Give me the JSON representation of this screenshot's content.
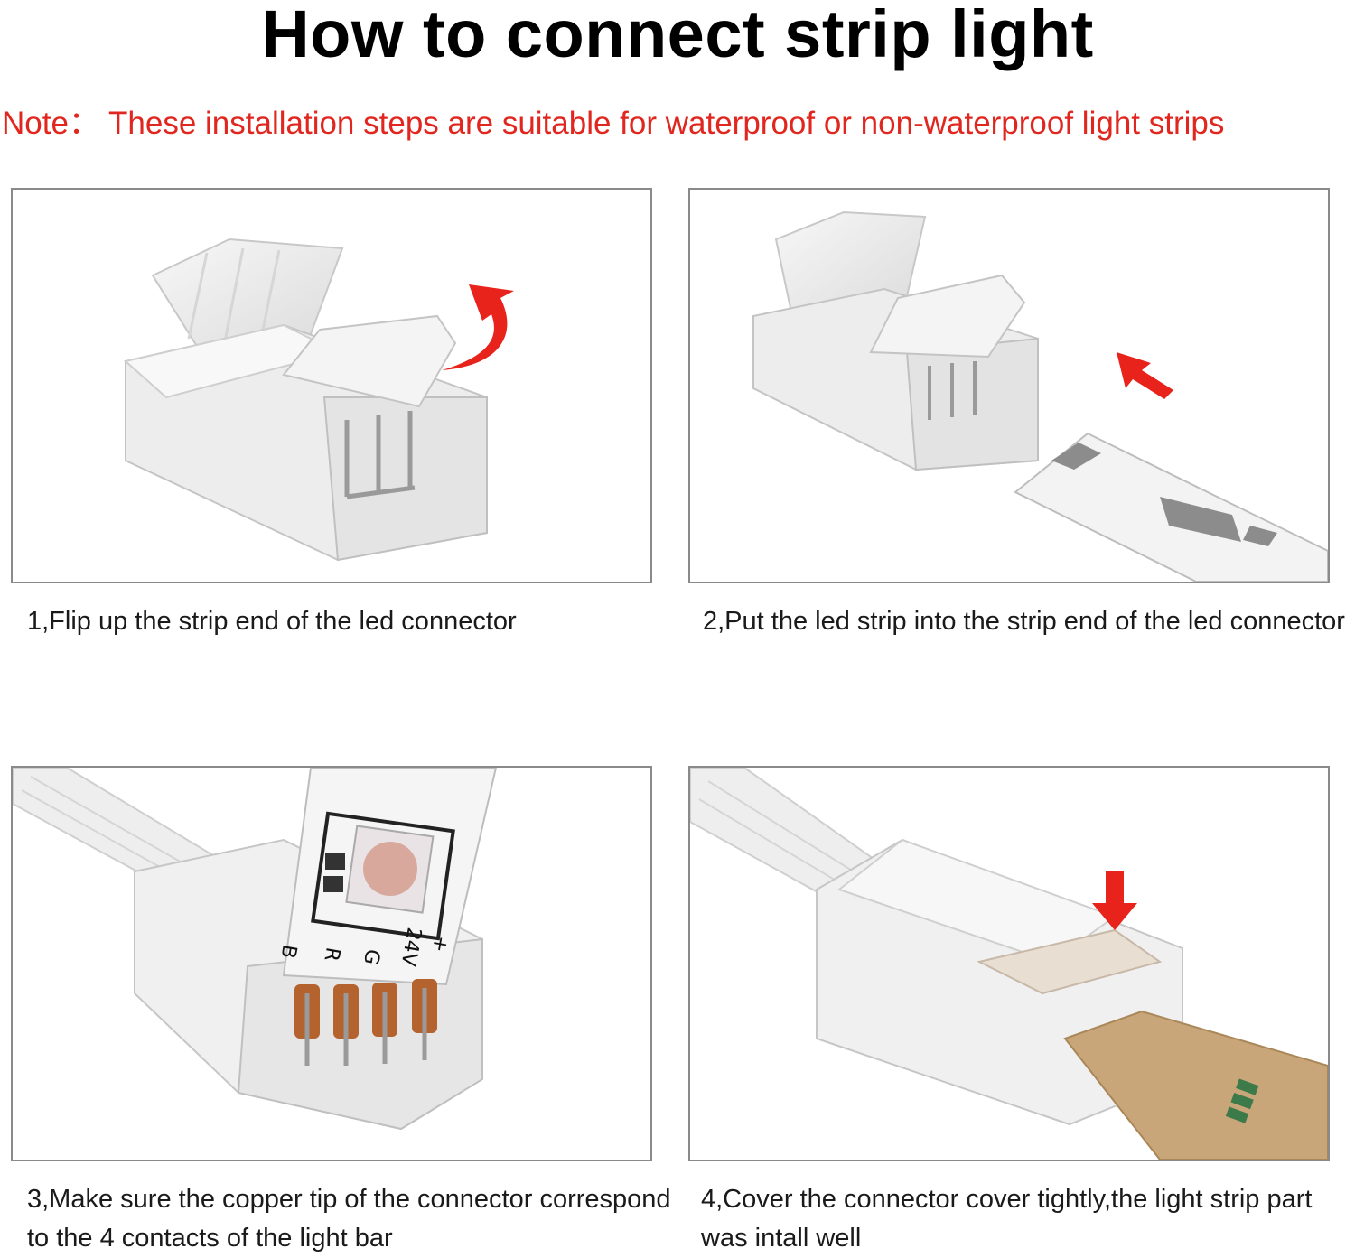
{
  "page": {
    "title": "How to connect strip light",
    "note": "Note： These installation steps are suitable for waterproof or non-waterproof light strips"
  },
  "steps": [
    {
      "caption": "1,Flip up the strip end of the led connector"
    },
    {
      "caption": "2,Put the led strip into the strip end of the led connector"
    },
    {
      "caption": "3,Make sure the copper tip of the connector correspond to the 4 contacts of the light bar"
    },
    {
      "caption": "4,Cover the connector cover tightly,the light strip part was intall well"
    }
  ],
  "pin_labels": [
    "B",
    "R",
    "G",
    "24V",
    "+"
  ],
  "colors": {
    "note": "#e0261e",
    "arrow": "#e8231b",
    "copper": "#b4622e",
    "panel_border": "#8a8a8a"
  }
}
